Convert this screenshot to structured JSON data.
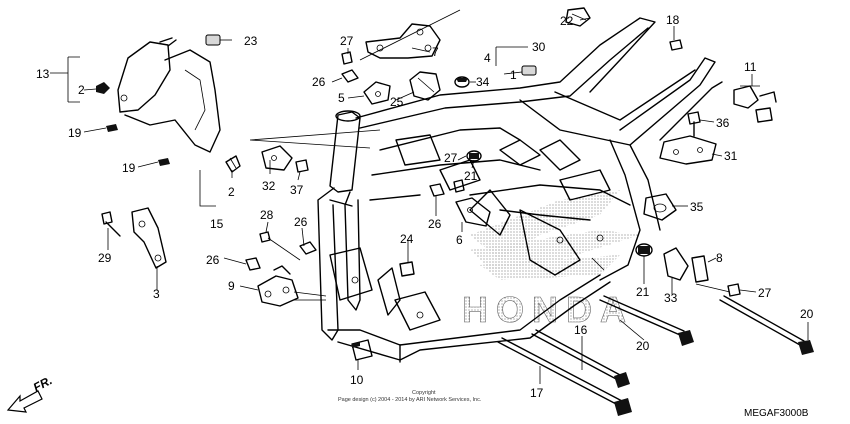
{
  "diagram": {
    "code": "MEGAF3000B",
    "copyright_line1": "Copyright",
    "copyright_line2": "Page design (c) 2004 - 2014 by ARI Network Services, Inc.",
    "watermark": "HONDA",
    "direction_label": "FR.",
    "callouts": {
      "c2a": "2",
      "c2b": "2",
      "c3": "3",
      "c4": "4",
      "c5": "5",
      "c6": "6",
      "c7": "7",
      "c8": "8",
      "c9": "9",
      "c10": "10",
      "c11": "11",
      "c13": "13",
      "c15": "15",
      "c16": "16",
      "c17": "17",
      "c18": "18",
      "c19a": "19",
      "c19b": "19",
      "c20a": "20",
      "c20b": "20",
      "c21a": "21",
      "c21b": "21",
      "c22": "22",
      "c23": "23",
      "c24": "24",
      "c25": "25",
      "c26a": "26",
      "c26b": "26",
      "c26c": "26",
      "c26d": "26",
      "c27a": "27",
      "c27b": "27",
      "c27c": "27",
      "c28": "28",
      "c29": "29",
      "c30": "30",
      "c31": "31",
      "c32": "32",
      "c33": "33",
      "c34": "34",
      "c35": "35",
      "c36": "36",
      "c37": "37",
      "c1": "1"
    }
  }
}
